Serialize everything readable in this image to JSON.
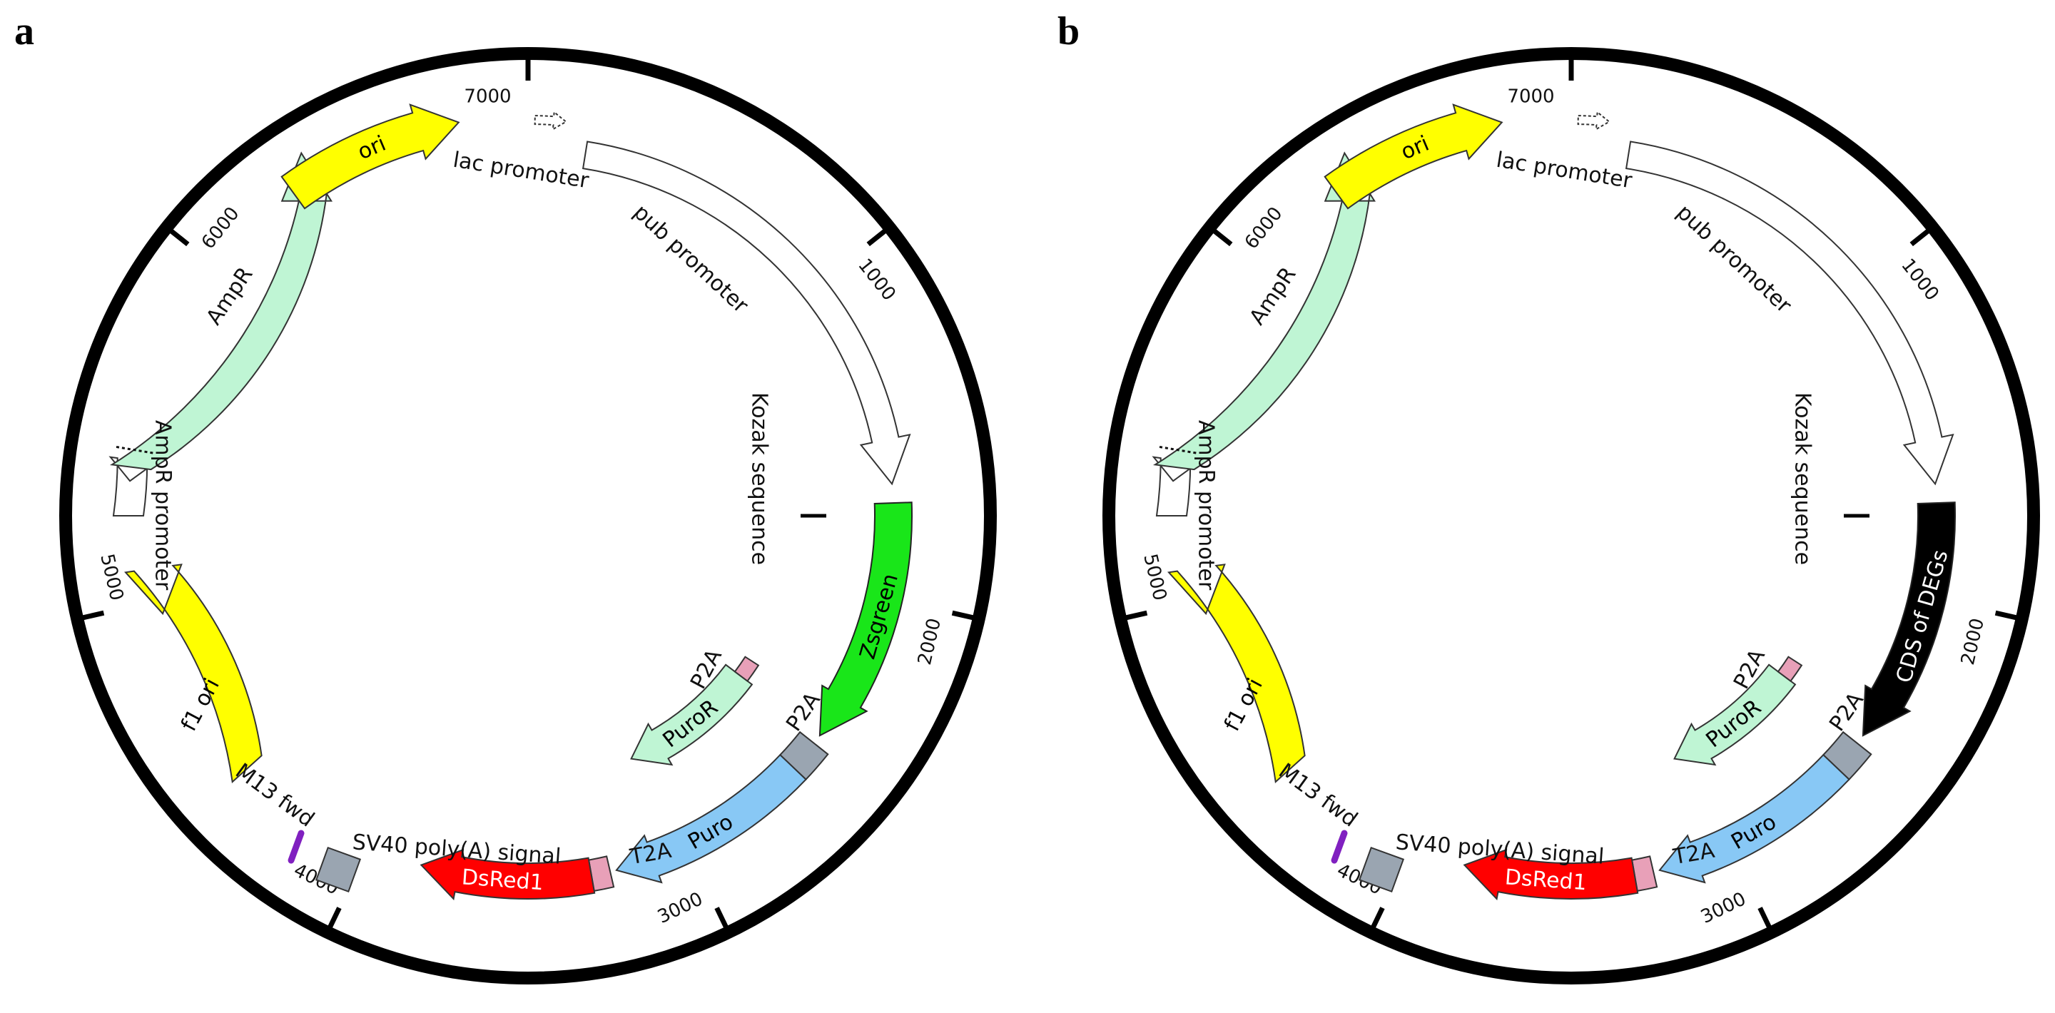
{
  "panels": [
    {
      "id": "a",
      "letter": "a",
      "ticks": [
        "7000",
        "1000",
        "2000",
        "3000",
        "4000",
        "5000",
        "6000"
      ],
      "labels": {
        "lac_promoter": "lac promoter",
        "pub_promoter": "pub  promoter",
        "kozak": "Kozak sequence",
        "cds": "Zsgreen",
        "p2a_top": "P2A",
        "puror": "PuroR",
        "p2a_mid": "P2A",
        "puro": "Puro",
        "t2a": "T2A",
        "dsred": "DsRed1",
        "sv40": "SV40 poly(A) signal",
        "m13": "M13 fwd",
        "f1ori": "f1 ori",
        "ampr_promoter": "AmpR promoter",
        "ampr": "AmpR",
        "ori": "ori"
      },
      "colors": {
        "cds": "#19e619",
        "cds_text": "#000000"
      }
    },
    {
      "id": "b",
      "letter": "b",
      "ticks": [
        "7000",
        "1000",
        "2000",
        "3000",
        "4000",
        "5000",
        "6000"
      ],
      "labels": {
        "lac_promoter": "lac promoter",
        "pub_promoter": "pub  promoter",
        "kozak": "Kozak sequence",
        "cds": "CDS of DEGs",
        "p2a_top": "P2A",
        "puror": "PuroR",
        "p2a_mid": "P2A",
        "puro": "Puro",
        "t2a": "T2A",
        "dsred": "DsRed1",
        "sv40": "SV40 poly(A) signal",
        "m13": "M13 fwd",
        "f1ori": "f1 ori",
        "ampr_promoter": "AmpR promoter",
        "ampr": "AmpR",
        "ori": "ori"
      },
      "colors": {
        "cds": "#000000",
        "cds_text": "#ffffff"
      }
    }
  ],
  "colors": {
    "ring": "#000000",
    "ori": "#ffff00",
    "ampr": "#bff5d4",
    "puror": "#bff5d4",
    "puro": "#88c8f5",
    "dsred": "#ff0000",
    "p2a_tag": "#e8a0b8",
    "gray_box": "#9aa5b1",
    "m13": "#8020c0",
    "promoter": "#ffffff"
  }
}
